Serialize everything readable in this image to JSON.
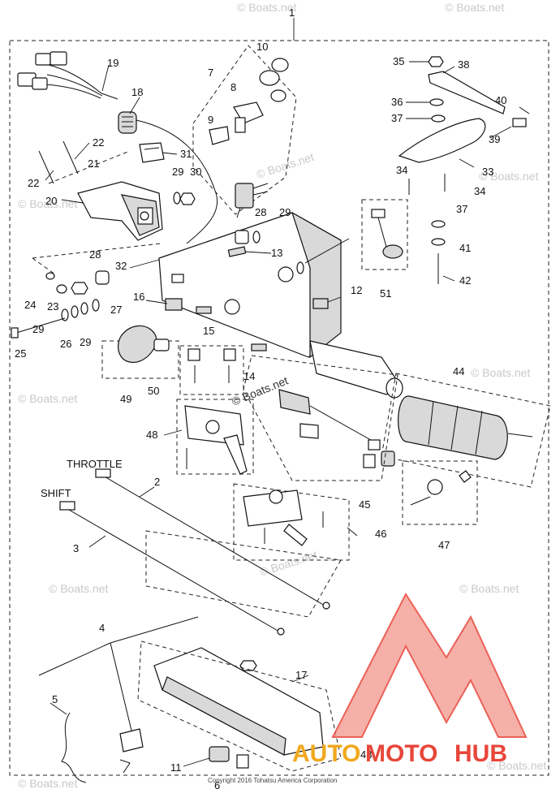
{
  "callouts": [
    {
      "id": "c1",
      "text": "1"
    },
    {
      "id": "c2",
      "text": "2"
    },
    {
      "id": "c3",
      "text": "3"
    },
    {
      "id": "c4",
      "text": "4"
    },
    {
      "id": "c5",
      "text": "5"
    },
    {
      "id": "c6",
      "text": "6"
    },
    {
      "id": "c7",
      "text": "7"
    },
    {
      "id": "c8",
      "text": "8"
    },
    {
      "id": "c9",
      "text": "9"
    },
    {
      "id": "c10",
      "text": "10"
    },
    {
      "id": "c11",
      "text": "11"
    },
    {
      "id": "c12",
      "text": "12"
    },
    {
      "id": "c13",
      "text": "13"
    },
    {
      "id": "c14",
      "text": "14"
    },
    {
      "id": "c15",
      "text": "15"
    },
    {
      "id": "c16",
      "text": "16"
    },
    {
      "id": "c17",
      "text": "17"
    },
    {
      "id": "c18",
      "text": "18"
    },
    {
      "id": "c19",
      "text": "19"
    },
    {
      "id": "c20",
      "text": "20"
    },
    {
      "id": "c21",
      "text": "21"
    },
    {
      "id": "c22a",
      "text": "22"
    },
    {
      "id": "c22b",
      "text": "22"
    },
    {
      "id": "c23",
      "text": "23"
    },
    {
      "id": "c24",
      "text": "24"
    },
    {
      "id": "c25",
      "text": "25"
    },
    {
      "id": "c26",
      "text": "26"
    },
    {
      "id": "c27",
      "text": "27"
    },
    {
      "id": "c28a",
      "text": "28"
    },
    {
      "id": "c28b",
      "text": "28"
    },
    {
      "id": "c29a",
      "text": "29"
    },
    {
      "id": "c29b",
      "text": "29"
    },
    {
      "id": "c29c",
      "text": "29"
    },
    {
      "id": "c29d",
      "text": "29"
    },
    {
      "id": "c30",
      "text": "30"
    },
    {
      "id": "c31",
      "text": "31"
    },
    {
      "id": "c32",
      "text": "32"
    },
    {
      "id": "c33",
      "text": "33"
    },
    {
      "id": "c34a",
      "text": "34"
    },
    {
      "id": "c34b",
      "text": "34"
    },
    {
      "id": "c35",
      "text": "35"
    },
    {
      "id": "c36",
      "text": "36"
    },
    {
      "id": "c37a",
      "text": "37"
    },
    {
      "id": "c37b",
      "text": "37"
    },
    {
      "id": "c38",
      "text": "38"
    },
    {
      "id": "c39",
      "text": "39"
    },
    {
      "id": "c40",
      "text": "40"
    },
    {
      "id": "c41",
      "text": "41"
    },
    {
      "id": "c42",
      "text": "42"
    },
    {
      "id": "c43",
      "text": "43"
    },
    {
      "id": "c44",
      "text": "44"
    },
    {
      "id": "c45",
      "text": "45"
    },
    {
      "id": "c46",
      "text": "46"
    },
    {
      "id": "c47",
      "text": "47"
    },
    {
      "id": "c48",
      "text": "48"
    },
    {
      "id": "c49",
      "text": "49"
    },
    {
      "id": "c50",
      "text": "50"
    },
    {
      "id": "c51",
      "text": "51"
    },
    {
      "id": "throttle",
      "text": "THROTTLE"
    },
    {
      "id": "shift",
      "text": "SHIFT"
    }
  ],
  "watermark": {
    "text": "© Boats.net",
    "center_text": "© Boats.net"
  },
  "copyright": "Copyright 2016 Tohatsu America Corporation",
  "logo": {
    "part1": "AUTO",
    "part2": "MOTO",
    "part3": "HUB",
    "color_red": "#e8463a",
    "color_orange": "#f0a81e",
    "color_pink": "#f4a39a"
  }
}
